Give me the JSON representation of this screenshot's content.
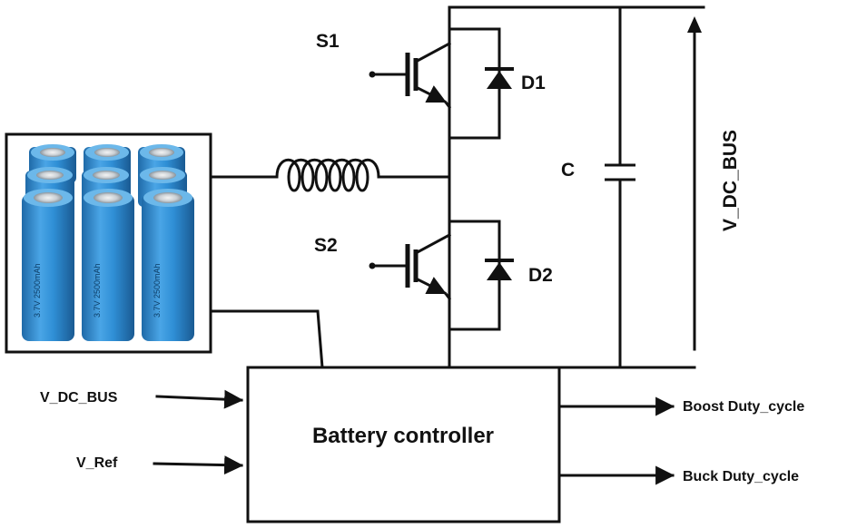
{
  "labels": {
    "s1": "S1",
    "s2": "S2",
    "d1": "D1",
    "d2": "D2",
    "capacitor": "C",
    "bus_voltage": "V_DC_BUS",
    "controller": "Battery controller",
    "input_bus": "V_DC_BUS",
    "input_ref": "V_Ref",
    "output_boost": "Boost Duty_cycle",
    "output_buck": "Buck Duty_cycle",
    "cell_print": "3.7V 2500mAh"
  },
  "colors": {
    "battery_blue": "#2f8fd6",
    "battery_dark": "#1f6aa8",
    "battery_light": "#6cb8ea",
    "line": "#111111"
  },
  "icons": [
    "battery-pack-image",
    "inductor-icon",
    "igbt-transistor-icon",
    "diode-icon",
    "capacitor-icon",
    "arrow-icon"
  ]
}
